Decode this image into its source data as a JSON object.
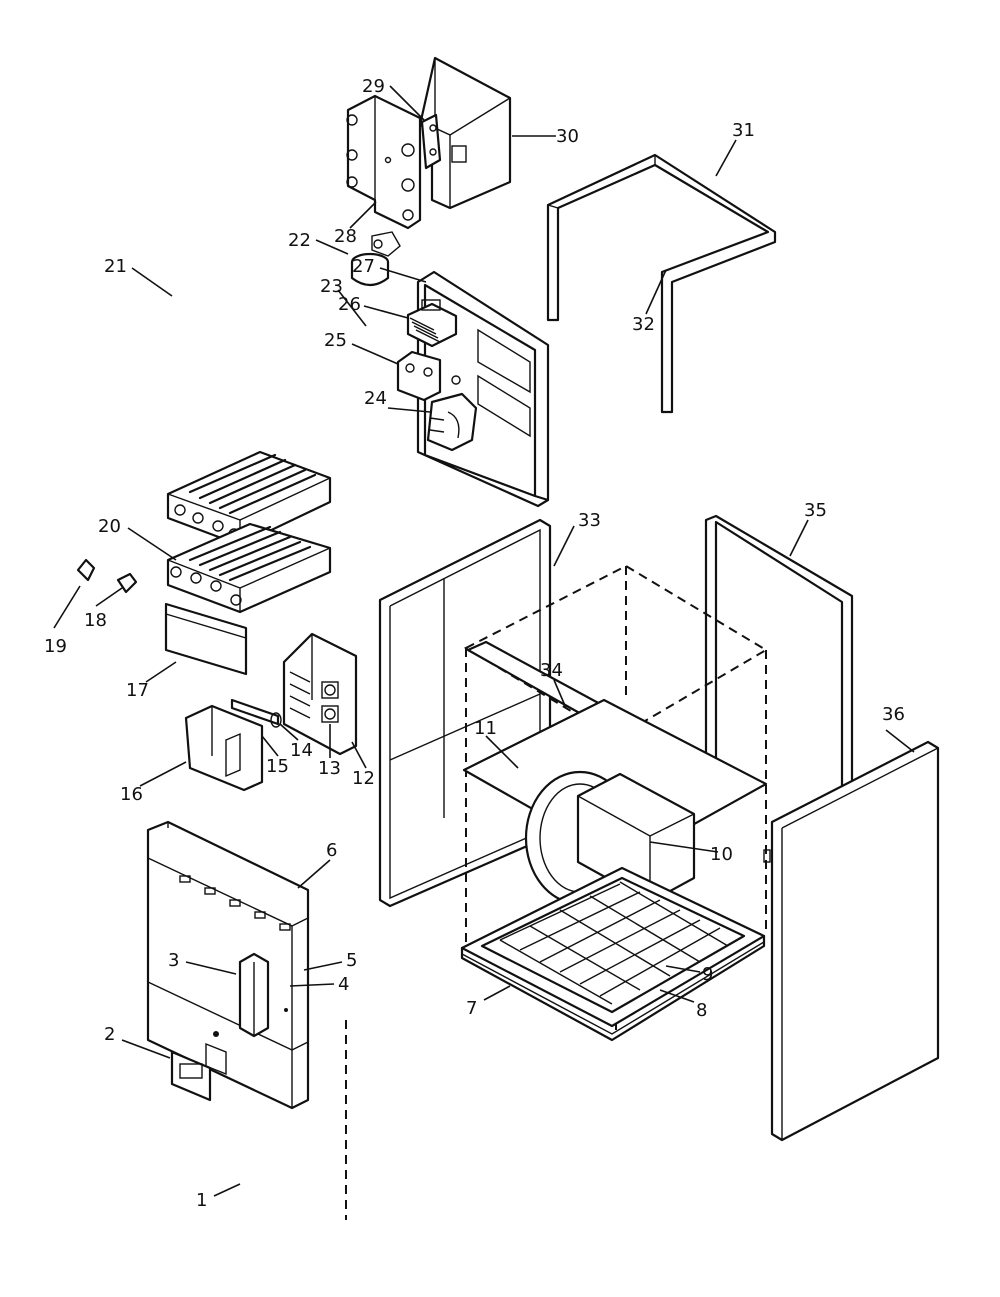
{
  "parts": [
    {
      "key": "p1",
      "label": "1"
    },
    {
      "key": "p2",
      "label": "2"
    },
    {
      "key": "p3",
      "label": "3"
    },
    {
      "key": "p4",
      "label": "4"
    },
    {
      "key": "p5",
      "label": "5"
    },
    {
      "key": "p6",
      "label": "6"
    },
    {
      "key": "p7",
      "label": "7"
    },
    {
      "key": "p8",
      "label": "8"
    },
    {
      "key": "p9",
      "label": "9"
    },
    {
      "key": "p10",
      "label": "10"
    },
    {
      "key": "p11",
      "label": "11"
    },
    {
      "key": "p12",
      "label": "12"
    },
    {
      "key": "p13",
      "label": "13"
    },
    {
      "key": "p14",
      "label": "14"
    },
    {
      "key": "p15",
      "label": "15"
    },
    {
      "key": "p16",
      "label": "16"
    },
    {
      "key": "p17",
      "label": "17"
    },
    {
      "key": "p18",
      "label": "18"
    },
    {
      "key": "p19",
      "label": "19"
    },
    {
      "key": "p20",
      "label": "20"
    },
    {
      "key": "p21",
      "label": "21"
    },
    {
      "key": "p22",
      "label": "22"
    },
    {
      "key": "p23",
      "label": "23"
    },
    {
      "key": "p24",
      "label": "24"
    },
    {
      "key": "p25",
      "label": "25"
    },
    {
      "key": "p26",
      "label": "26"
    },
    {
      "key": "p27",
      "label": "27"
    },
    {
      "key": "p28",
      "label": "28"
    },
    {
      "key": "p29",
      "label": "29"
    },
    {
      "key": "p30",
      "label": "30"
    },
    {
      "key": "p31",
      "label": "31"
    },
    {
      "key": "p32",
      "label": "32"
    },
    {
      "key": "p33",
      "label": "33"
    },
    {
      "key": "p34",
      "label": "34"
    },
    {
      "key": "p35",
      "label": "35"
    },
    {
      "key": "p36",
      "label": "36"
    }
  ]
}
